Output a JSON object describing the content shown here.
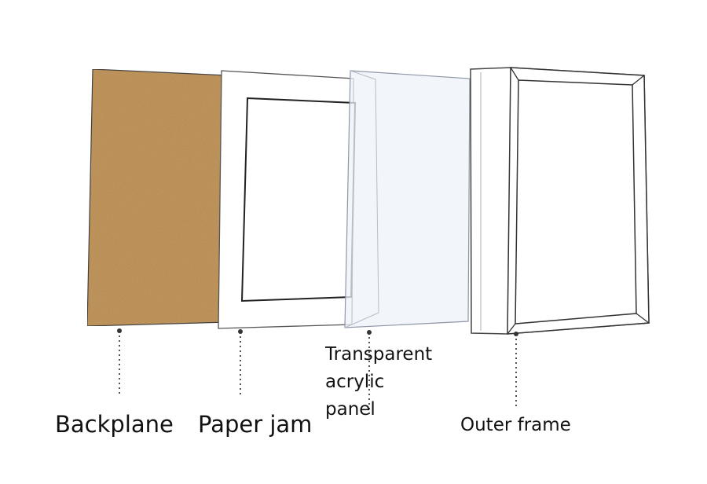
{
  "labels": {
    "backplane": "Backplane",
    "paper_jam": "Paper jam",
    "acrylic_line1": "Transparent",
    "acrylic_line2": "acrylic",
    "acrylic_line3": "panel",
    "outer_frame": "Outer frame"
  },
  "colors": {
    "backplane_fill": "#c3975e",
    "backplane_speckle": "#a87d45",
    "outline": "#333333",
    "acrylic_fill": "#eef2f8",
    "leader_dots": "#555555"
  }
}
